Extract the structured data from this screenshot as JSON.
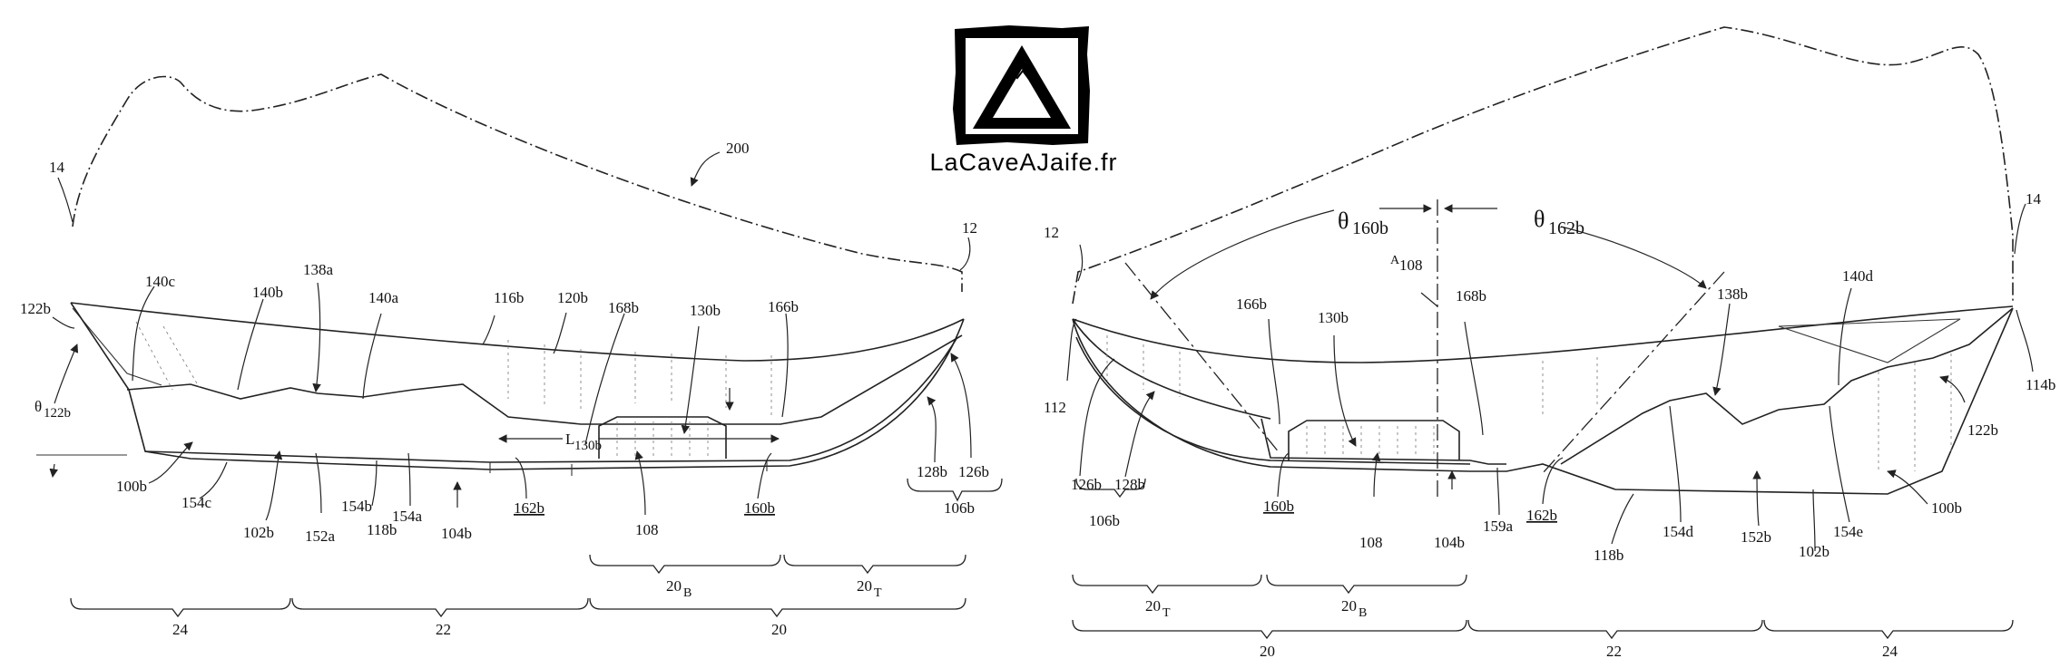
{
  "logo": {
    "text": "LaCaveAJaife.fr"
  },
  "left_view": {
    "labels": {
      "l200": "200",
      "l14": "14",
      "l12": "12",
      "l122b": "122b",
      "theta": "θ",
      "theta_sub": "122b",
      "l140c": "140c",
      "l140b": "140b",
      "l138a": "138a",
      "l140a": "140a",
      "l116b": "116b",
      "l120b": "120b",
      "l168b": "168b",
      "l130b": "130b",
      "l166b": "166b",
      "L": "L",
      "L_sub": "130b",
      "l100b": "100b",
      "l154c": "154c",
      "l102b": "102b",
      "l152a": "152a",
      "l154b": "154b",
      "l118b": "118b",
      "l154a": "154a",
      "l104b": "104b",
      "l162b": "162b",
      "l108": "108",
      "l160b": "160b",
      "l128b": "128b",
      "l126b": "126b",
      "l106b": "106b",
      "l20B": "20",
      "l20B_sub": "B",
      "l20T": "20",
      "l20T_sub": "T",
      "l24": "24",
      "l22": "22",
      "l20": "20"
    }
  },
  "right_view": {
    "labels": {
      "l12": "12",
      "l14": "14",
      "theta160": "θ",
      "theta160_sub": "160b",
      "theta162": "θ",
      "theta162_sub": "162b",
      "A": "A",
      "A_sub": "108",
      "l166b": "166b",
      "l130b": "130b",
      "l168b": "168b",
      "l138b": "138b",
      "l140d": "140d",
      "l112": "112",
      "l114b": "114b",
      "l126b": "126b",
      "l128b": "128b",
      "l106b": "106b",
      "l160b": "160b",
      "l108": "108",
      "l104b": "104b",
      "l159a": "159a",
      "l162b": "162b",
      "l118b": "118b",
      "l154d": "154d",
      "l152b": "152b",
      "l102b": "102b",
      "l154e": "154e",
      "l122b": "122b",
      "l100b": "100b",
      "l20T": "20",
      "l20T_sub": "T",
      "l20B": "20",
      "l20B_sub": "B",
      "l20": "20",
      "l22": "22",
      "l24": "24"
    }
  }
}
